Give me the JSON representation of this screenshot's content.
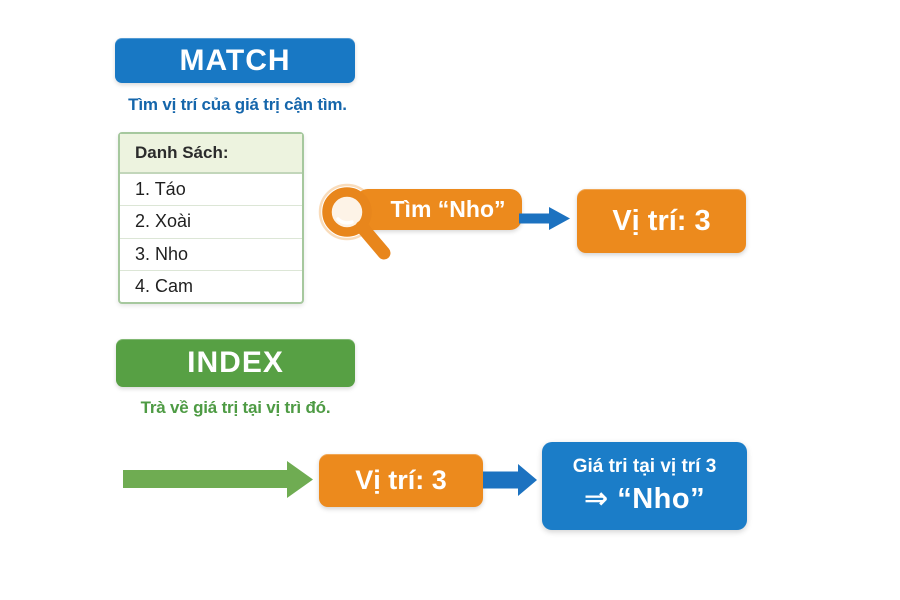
{
  "colors": {
    "brand_blue": "#1878C4",
    "subtitle_blue": "#1566AB",
    "brand_green": "#57A044",
    "subtitle_green": "#4E9B44",
    "arrow_green": "#6FAC52",
    "arrow_blue": "#1C72C0",
    "accent_orange": "#EC8A1D",
    "result_blue": "#1B7DC8",
    "list_border_green": "#A6C89E",
    "list_header_bg": "#EDF3DF"
  },
  "match_section": {
    "title": "MATCH",
    "subtitle": "Tìm vị trí của giá trị cận tìm.",
    "list": {
      "header": "Danh Sách:",
      "items": [
        "1. Táo",
        "2. Xoài",
        "3. Nho",
        "4. Cam"
      ]
    },
    "search_banner": "Tìm “Nho”",
    "result_box": "Vị trí: 3"
  },
  "index_section": {
    "title": "INDEX",
    "subtitle": "Trà về giá trị tại vị trì đó.",
    "position_box": "Vị trí: 3",
    "result_line1": "Giá tri tại vị trí 3",
    "result_line2": "⇒ “Nho”"
  },
  "icons": {
    "magnifier": "magnifier-search-icon",
    "arrow_right": "arrow-right-icon"
  }
}
